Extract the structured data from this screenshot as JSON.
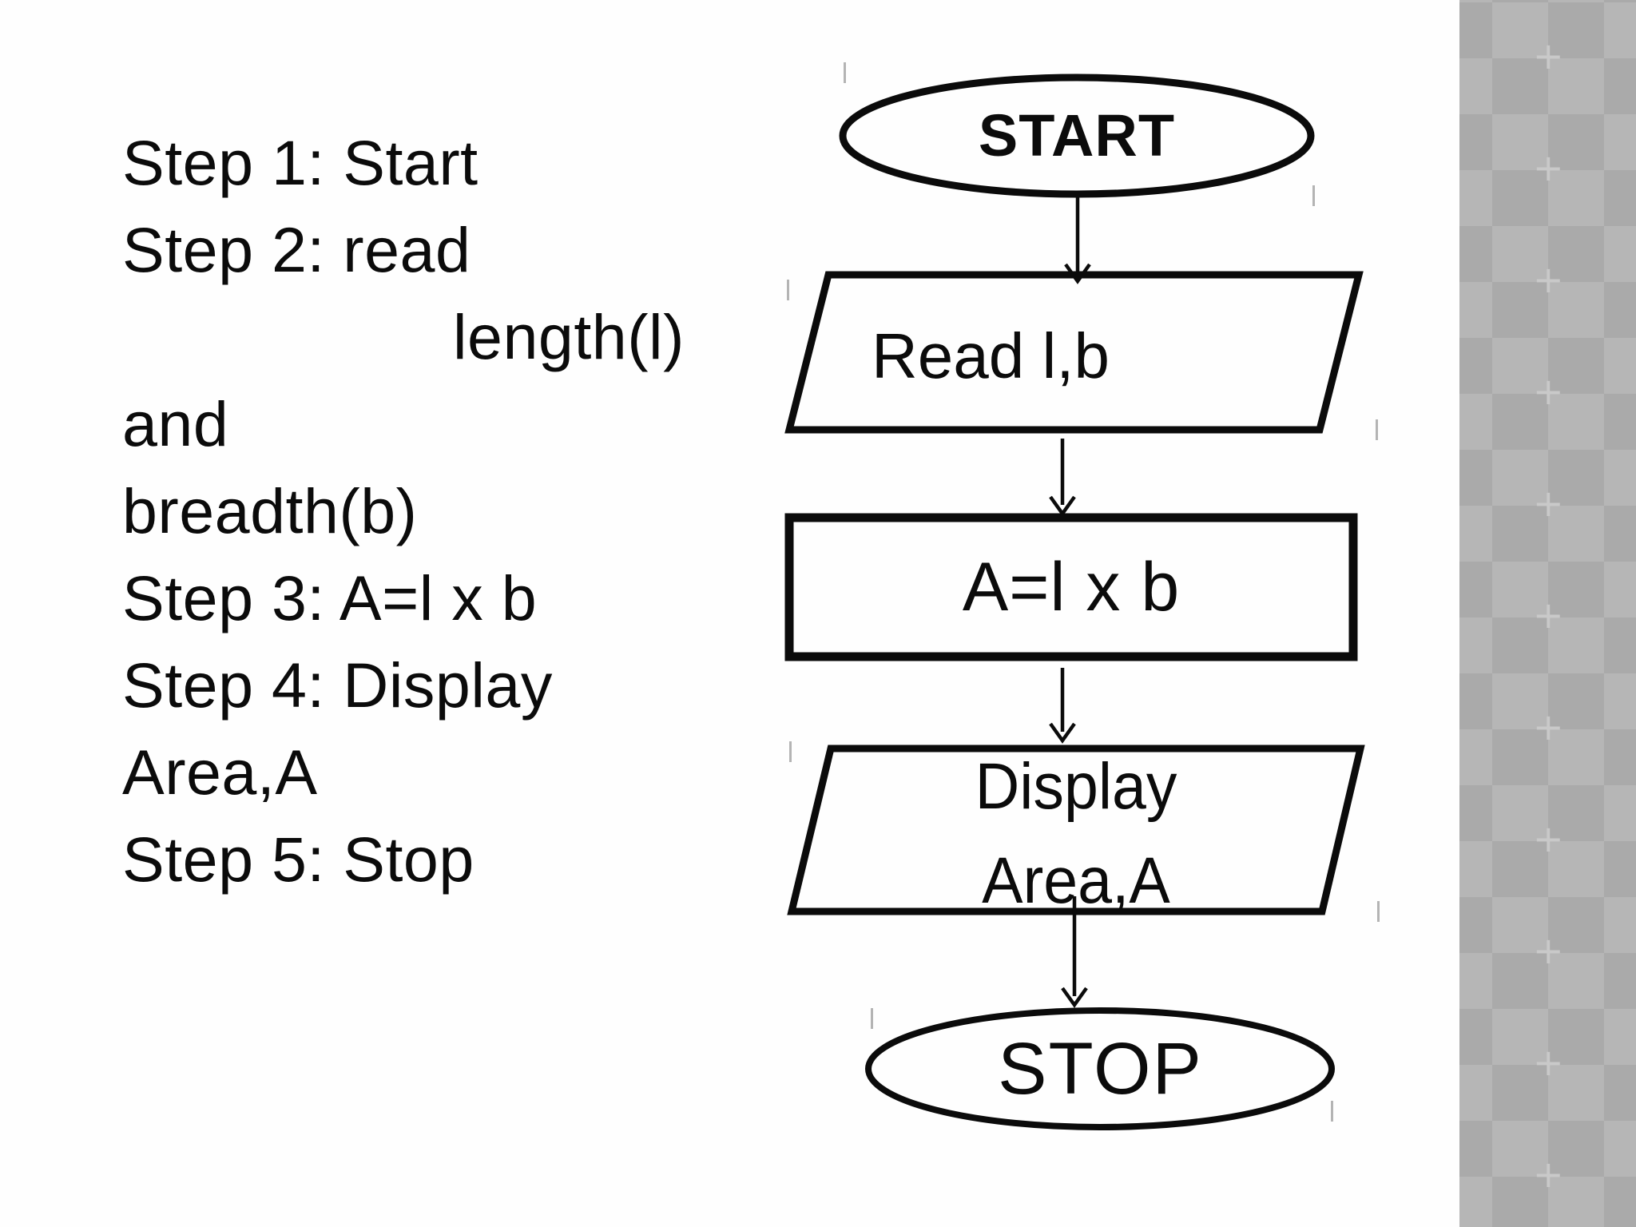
{
  "steps": {
    "lines": [
      "Step 1: Start",
      "Step 2: read",
      "length(l)",
      "and",
      "breadth(b)",
      "Step 3: A=l x b",
      "Step 4: Display",
      "Area,A",
      "Step 5: Stop"
    ]
  },
  "flowchart": {
    "start": "START",
    "read": "Read l,b",
    "process": "A=l x b",
    "display_line1": "Display",
    "display_line2": "Area,A",
    "stop": "STOP"
  },
  "colors": {
    "ink": "#0b0b0b",
    "background": "#fefefe",
    "strip_base": "#b6b6b6",
    "strip_diamond": "#aaaaaa",
    "strip_plus": "#c9c9c9",
    "tick": "#9b9b9b"
  }
}
